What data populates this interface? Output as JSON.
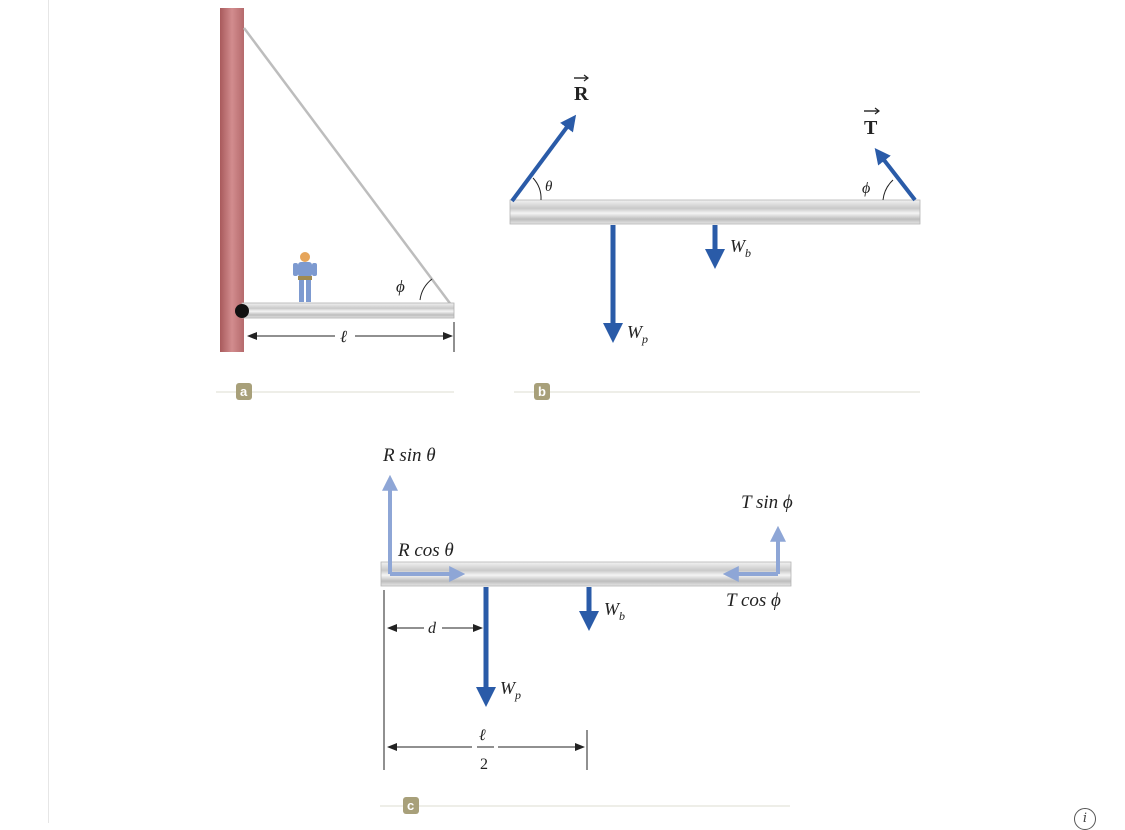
{
  "panels": {
    "a": {
      "badge": "a",
      "angle_label": "ϕ",
      "length_label": "ℓ"
    },
    "b": {
      "badge": "b",
      "force_R": "R",
      "force_T": "T",
      "angle_theta": "θ",
      "angle_phi": "ϕ",
      "weight_beam": "W",
      "weight_beam_sub": "b",
      "weight_person": "W",
      "weight_person_sub": "p"
    },
    "c": {
      "badge": "c",
      "r_sin": "R sin θ",
      "r_cos": "R cos θ",
      "t_sin": "T sin ϕ",
      "t_cos": "T cos ϕ",
      "weight_beam": "W",
      "weight_beam_sub": "b",
      "weight_person": "W",
      "weight_person_sub": "p",
      "distance_d": "d",
      "half_len_num": "ℓ",
      "half_len_den": "2"
    }
  },
  "info_icon": "i",
  "colors": {
    "wall": "#c8787a",
    "force_dark": "#2a5ba8",
    "force_light": "#8ea6d6",
    "badge": "#a8a07a",
    "beam": "#d4d4d4"
  }
}
